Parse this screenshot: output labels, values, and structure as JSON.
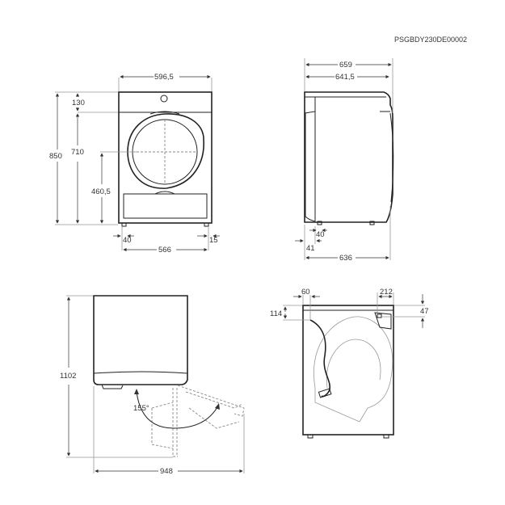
{
  "document_code": "PSGBDY230DE00002",
  "front_view": {
    "width_total": "596,5",
    "height_total": "850",
    "top_panel_height": "130",
    "body_height": "710",
    "door_center_height": "460,5",
    "left_foot_offset": "40",
    "right_foot_offset": "15",
    "feet_span": "566"
  },
  "side_view": {
    "depth_total": "659",
    "depth_body": "641,5",
    "foot_offset": "40",
    "rear_offset": "41",
    "base_depth": "636"
  },
  "top_view_door": {
    "height_with_door_open": "1102",
    "door_opening_angle": "155°",
    "depth_with_door_open": "948"
  },
  "rear_view": {
    "cable_offset_left": "60",
    "cable_offset_top": "114",
    "drain_offset_right": "212",
    "drain_offset_top": "47"
  }
}
